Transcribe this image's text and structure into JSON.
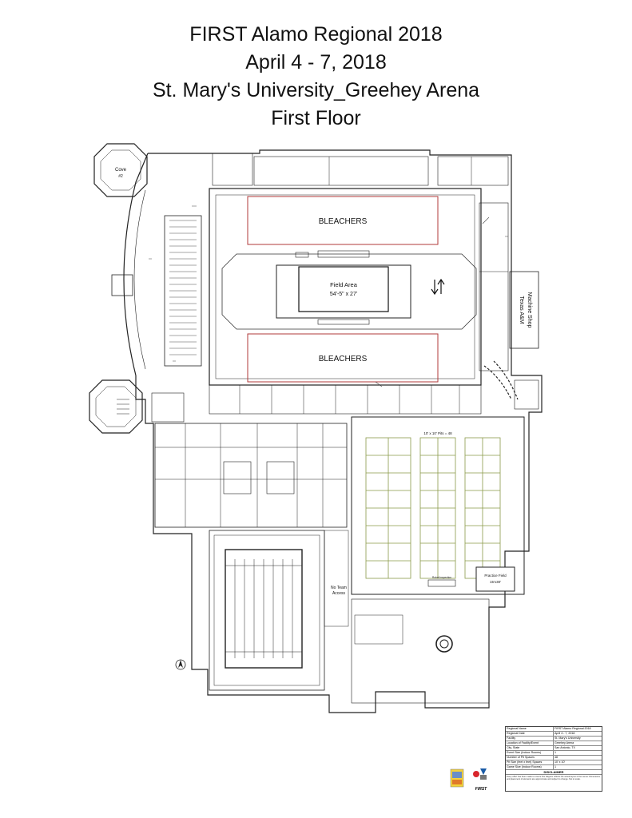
{
  "title": {
    "line1": "FIRST Alamo Regional 2018",
    "line2": "April 4 - 7, 2018",
    "line3": "St. Mary's University_Greehey Arena",
    "line4": "First Floor"
  },
  "labels": {
    "bleachers_top": "BLEACHERS",
    "bleachers_bottom": "BLEACHERS",
    "field_area": "Field Area",
    "field_size": "54'-5\" x 27'",
    "cove2_a": "Cove",
    "cove2_b": "#2",
    "machine_shop_a": "Texas A&M",
    "machine_shop_b": "Machine Shop",
    "pits": "10' x 10' Pits = 48",
    "practice_field": "Practice Field",
    "practice_field_size": "15'x30'",
    "no_team_a": "No Team",
    "no_team_b": "Access",
    "robot_inspection": "Robot Inspection"
  },
  "title_block": {
    "rows": [
      {
        "k": "Regional Name",
        "v": "FIRST Alamo Regional 2018"
      },
      {
        "k": "Regional Date",
        "v": "April 4 - 7, 2018"
      },
      {
        "k": "Facility",
        "v": "St. Mary's University"
      },
      {
        "k": "Location of Facility/Event",
        "v": "Greehey Arena"
      },
      {
        "k": "City, State",
        "v": "San Antonio, TX"
      },
      {
        "k": "Event Size (Indoor Rooms)",
        "v": "1"
      },
      {
        "k": "Number of Pit Spaces",
        "v": "48"
      },
      {
        "k": "Pit Size (feet x feet) Spaces",
        "v": "10' x 10'"
      },
      {
        "k": "Game Size (Indoor Rooms)",
        "v": "1"
      }
    ],
    "disclaimer_heading": "DISCLAIMER",
    "disclaimer_text": "Every effort has been made to ensure this diagram reflects the actual layout of the venue. Dimensions and placement of elements are approximate and subject to change. Not to scale."
  },
  "logos": {
    "first_wordmark": "FIRST"
  }
}
